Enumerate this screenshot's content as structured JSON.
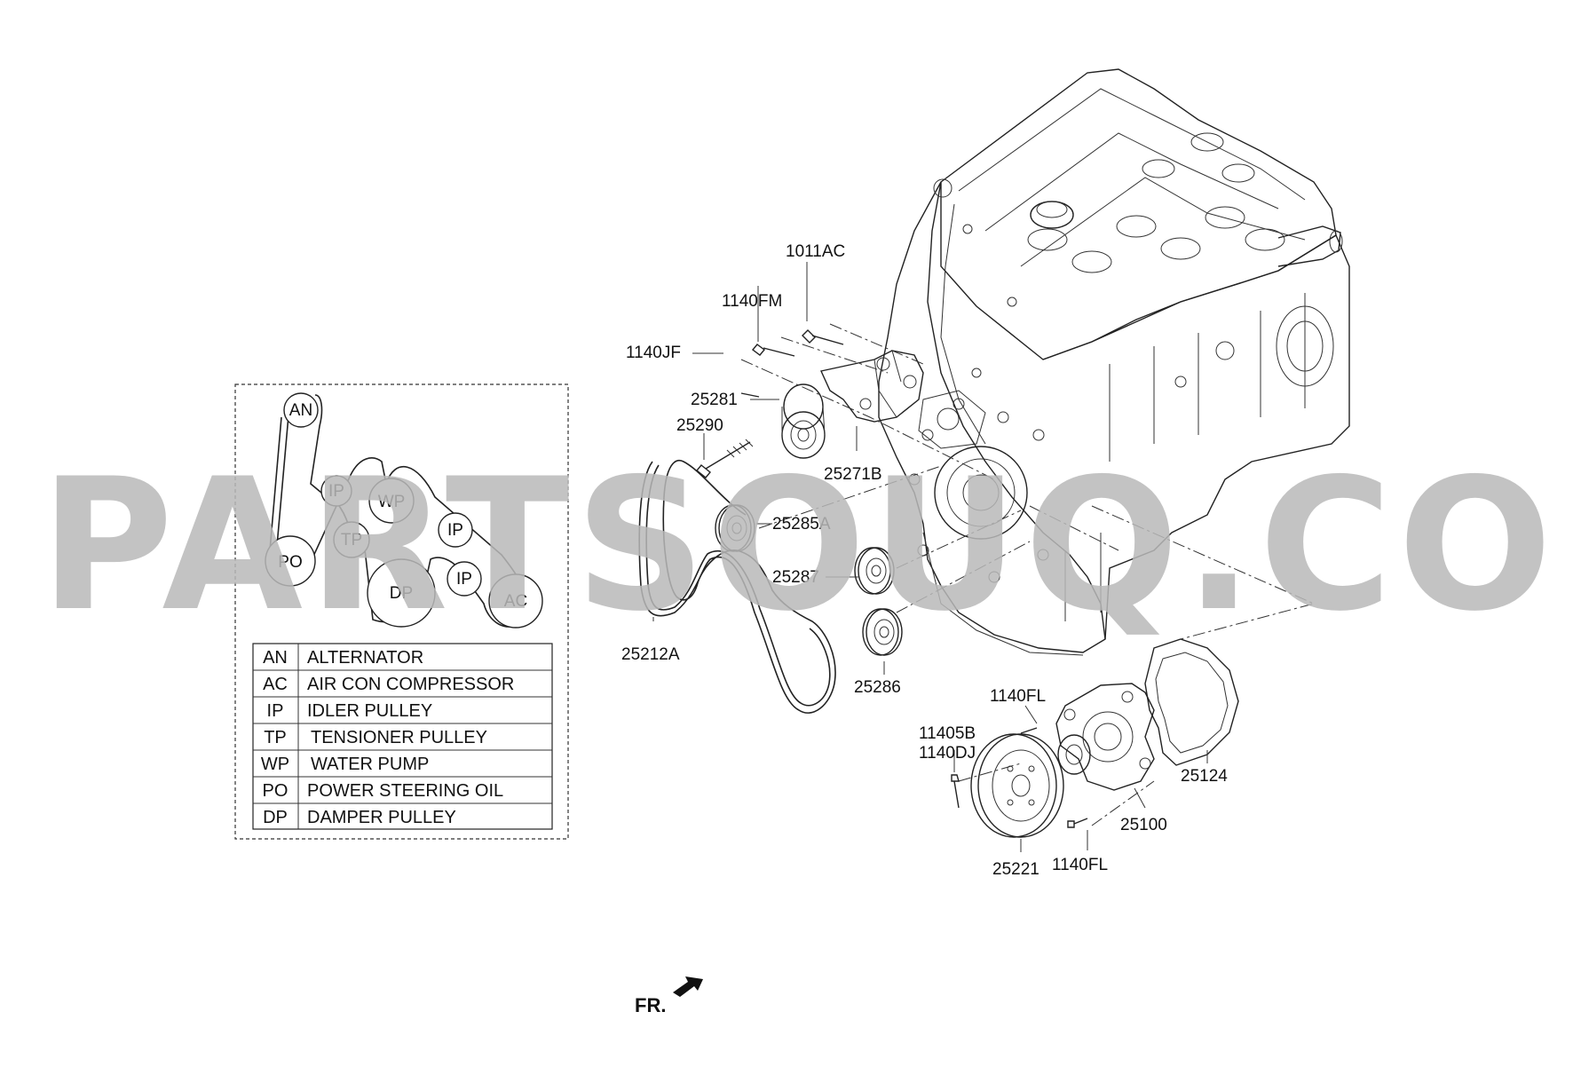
{
  "watermark": "PARTSOUQ.COM",
  "orientation_label": "FR.",
  "callouts": {
    "c_1011AC": "1011AC",
    "c_1140FM": "1140FM",
    "c_1140JF": "1140JF",
    "c_25281": "25281",
    "c_25290": "25290",
    "c_25271B": "25271B",
    "c_25285A": "25285A",
    "c_25287": "25287",
    "c_25212A": "25212A",
    "c_25286": "25286",
    "c_1140FL_top": "1140FL",
    "c_11405B": "11405B",
    "c_1140DJ": "1140DJ",
    "c_25124": "25124",
    "c_25100": "25100",
    "c_25221": "25221",
    "c_1140FL_bottom": "1140FL"
  },
  "belt_routing": {
    "pulleys": {
      "an": "AN",
      "ip1": "IP",
      "wp": "WP",
      "ip2": "IP",
      "po": "PO",
      "tp": "TP",
      "dp": "DP",
      "ip3": "IP",
      "ac": "AC"
    }
  },
  "legend": [
    {
      "code": "AN",
      "name": "ALTERNATOR"
    },
    {
      "code": "AC",
      "name": "AIR CON COMPRESSOR"
    },
    {
      "code": "IP",
      "name": "IDLER PULLEY"
    },
    {
      "code": "TP",
      "name": "TENSIONER PULLEY"
    },
    {
      "code": "WP",
      "name": "WATER PUMP"
    },
    {
      "code": "PO",
      "name": "POWER STEERING OIL"
    },
    {
      "code": "DP",
      "name": "DAMPER PULLEY"
    }
  ]
}
